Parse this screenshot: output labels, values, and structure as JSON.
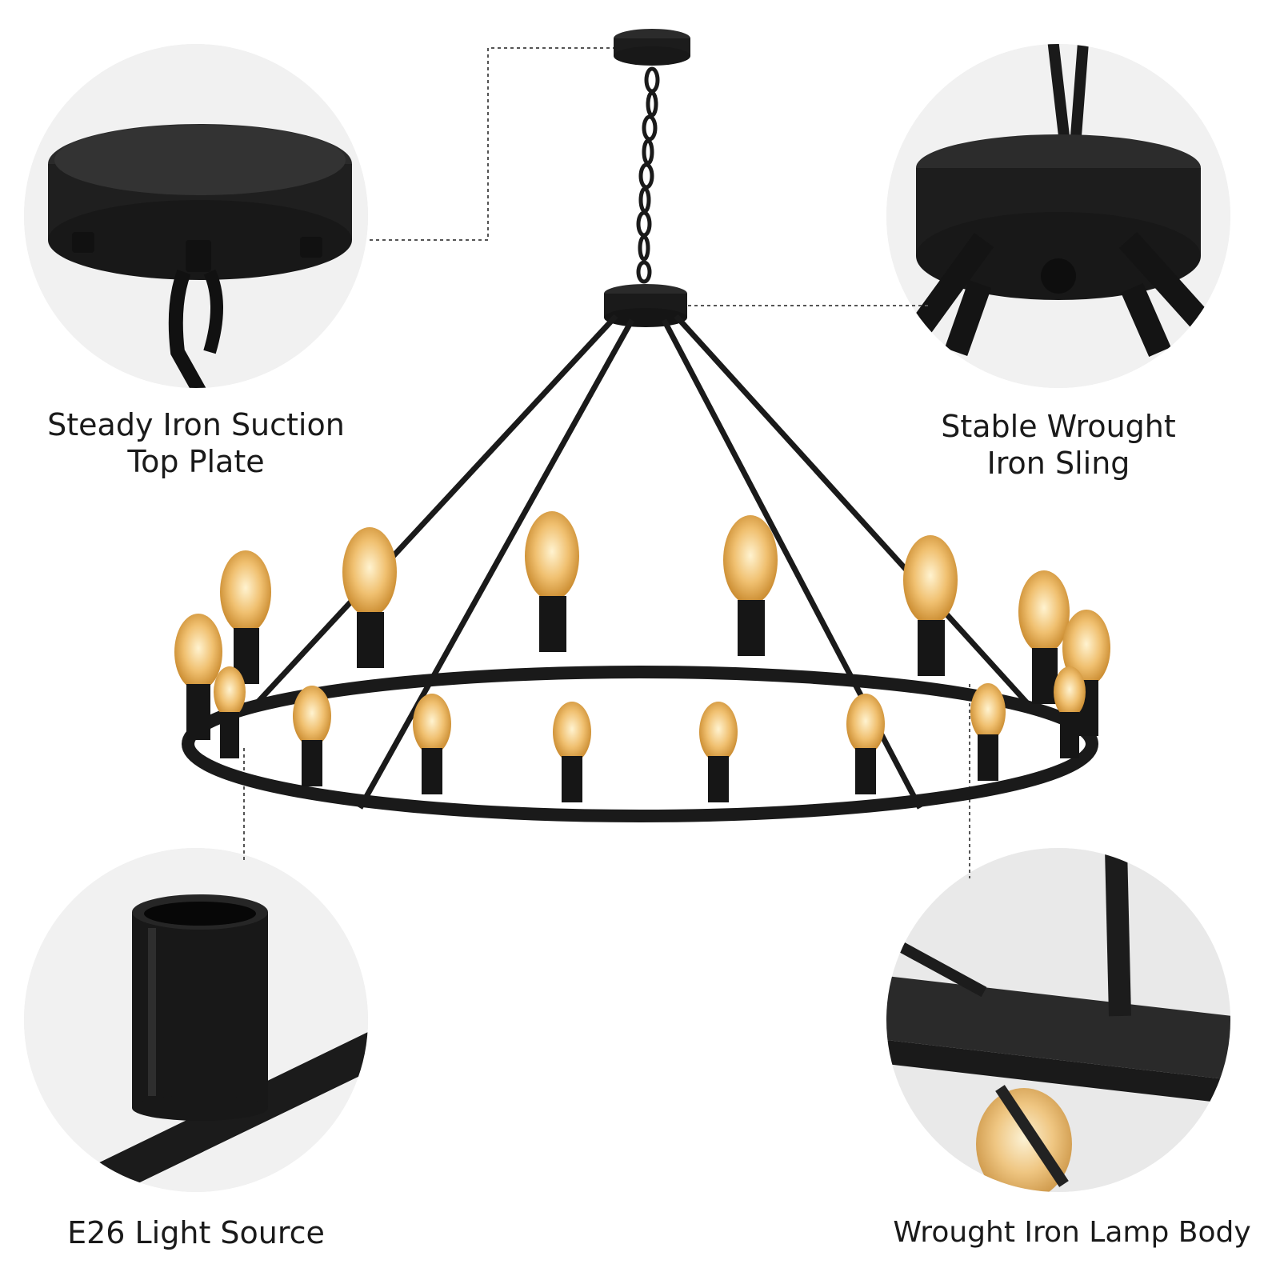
{
  "callouts": {
    "top_plate": {
      "line1": "Steady Iron Suction",
      "line2": "Top Plate"
    },
    "sling": {
      "line1": "Stable Wrought",
      "line2": "Iron Sling"
    },
    "light_source": {
      "line1": "E26 Light Source"
    },
    "lamp_body": {
      "line1": "Wrought Iron Lamp Body"
    }
  },
  "colors": {
    "iron": "#1c1c1c",
    "bulb_glow": "#e8b15a",
    "circle_bg": "#efefef"
  }
}
